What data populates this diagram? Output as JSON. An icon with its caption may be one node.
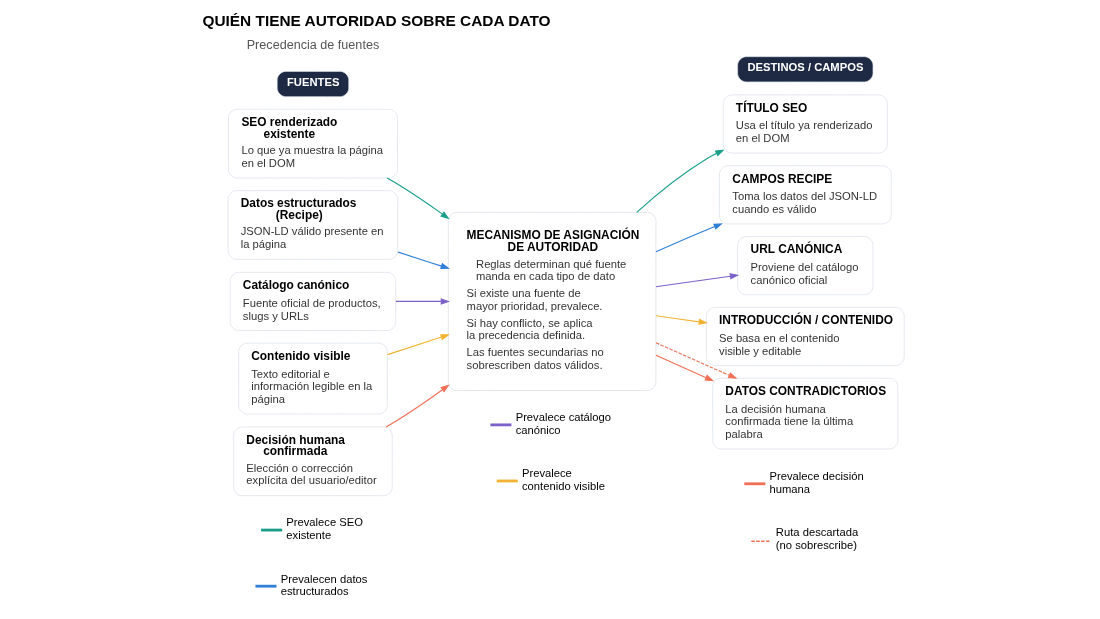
{
  "diagram": {
    "title": "QUIÉN TIENE AUTORIDAD SOBRE CADA DATO",
    "nodes": [
      {
        "text": [
          "SEO renderizado existente",
          "Lo que ya muestra la página en el DOM"
        ]
      },
      {
        "text": [
          "Datos estructurados (Recipe)",
          "JSON-LD válido presente en la página"
        ]
      },
      {
        "text": [
          "Catálogo canónico",
          "Fuente oficial de productos, slugs y URLs"
        ]
      },
      {
        "text": [
          "Contenido visible",
          "Texto editorial e información legible en la página"
        ]
      },
      {
        "text": [
          "Decisión humana confirmada",
          "Elección o corrección explícita del usuario/editor"
        ]
      },
      {
        "text": [
          "MECANISMO DE ASIGNACIÓN DE AUTORIDAD",
          "Reglas determinan qué fuente manda en cada tipo de dato",
          "Si existe una fuente de mayor prioridad, prevalece.",
          "Si hay conflicto, se aplica la precedencia definida.",
          "Las fuentes secundarias no sobrescriben datos válidos."
        ]
      },
      {
        "text": [
          "TÍTULO SEO",
          "Usa el título ya renderizado en el DOM"
        ]
      },
      {
        "text": [
          "CAMPOS RECIPE",
          "Toma los datos del JSON-LD cuando es válido"
        ]
      },
      {
        "text": [
          "URL CANÓNICA",
          "Proviene del catálogo canónico oficial"
        ]
      },
      {
        "text": [
          "INTRODUCCIÓN / CONTENIDO",
          "Se basa en el contenido visible y editable"
        ]
      },
      {
        "text": [
          "DATOS CONTRADICTORIOS",
          "La decisión humana confirmada tiene la última palabra"
        ]
      }
    ],
    "edges": [
      {
        "from": 0,
        "to": 5,
        "arrow": "to",
        "color": "#1a9e8a"
      },
      {
        "from": 1,
        "to": 5,
        "arrow": "to",
        "color": "#2f7fd6"
      },
      {
        "from": 2,
        "to": 5,
        "arrow": "to",
        "color": "#7b61c9"
      },
      {
        "from": 3,
        "to": 5,
        "arrow": "to",
        "color": "#f2b233"
      },
      {
        "from": 4,
        "to": 5,
        "arrow": "to",
        "color": "#f07057"
      },
      {
        "from": 5,
        "to": 6,
        "arrow": "to",
        "color": "#1a9e8a"
      },
      {
        "from": 5,
        "to": 7,
        "arrow": "to",
        "color": "#2f7fd6"
      },
      {
        "from": 5,
        "to": 8,
        "arrow": "to",
        "color": "#7b61c9"
      },
      {
        "from": 5,
        "to": 9,
        "arrow": "to",
        "color": "#f2b233"
      },
      {
        "from": 5,
        "to": 10,
        "arrow": "to",
        "color": "#f07057"
      },
      {
        "from": 5,
        "to": 10,
        "arrow": "to",
        "style": "dashed",
        "color": "#f07057"
      }
    ],
    "labels": [
      "Precedencia de fuentes",
      "FUENTES",
      "DESTINOS / CAMPOS"
    ],
    "legend": [
      {
        "text": "Prevalece SEO existente",
        "color": "#1a9e8a"
      },
      {
        "text": "Prevalecen datos estructurados",
        "color": "#2f7fd6"
      },
      {
        "text": "Prevalece catálogo canónico",
        "color": "#7b61c9"
      },
      {
        "text": "Prevalece contenido visible",
        "color": "#f2b233"
      },
      {
        "text": "Prevalece decisión humana",
        "color": "#f07057"
      },
      {
        "text": "Ruta descartada (no sobrescribe)"
      }
    ]
  }
}
